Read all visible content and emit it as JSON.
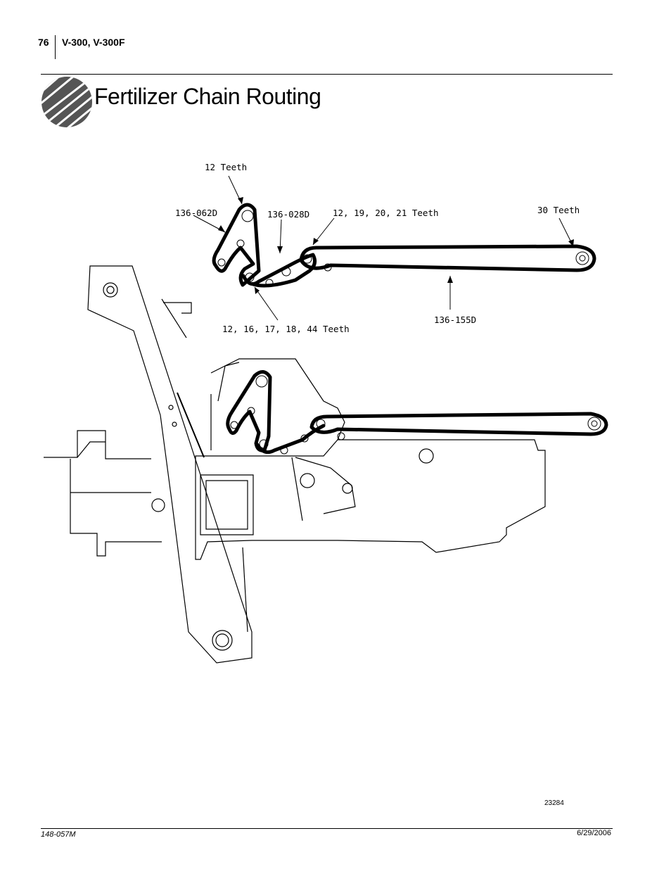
{
  "header": {
    "page_number": "76",
    "model": "V-300, V-300F"
  },
  "section": {
    "logo_icon": "great-plains-logo-icon",
    "title": "Fertilizer Chain Routing"
  },
  "figure": {
    "callouts": {
      "teeth_12": "12 Teeth",
      "part_136_062d": "136-062D",
      "part_136_028d": "136-028D",
      "teeth_12_19_20_21": "12, 19, 20, 21 Teeth",
      "teeth_30": "30 Teeth",
      "teeth_12_16_17_18_44": "12, 16, 17, 18, 44 Teeth",
      "part_136_155d": "136-155D"
    },
    "figure_number": "23284"
  },
  "footer": {
    "doc_number": "148-057M",
    "date": "6/29/2006"
  }
}
